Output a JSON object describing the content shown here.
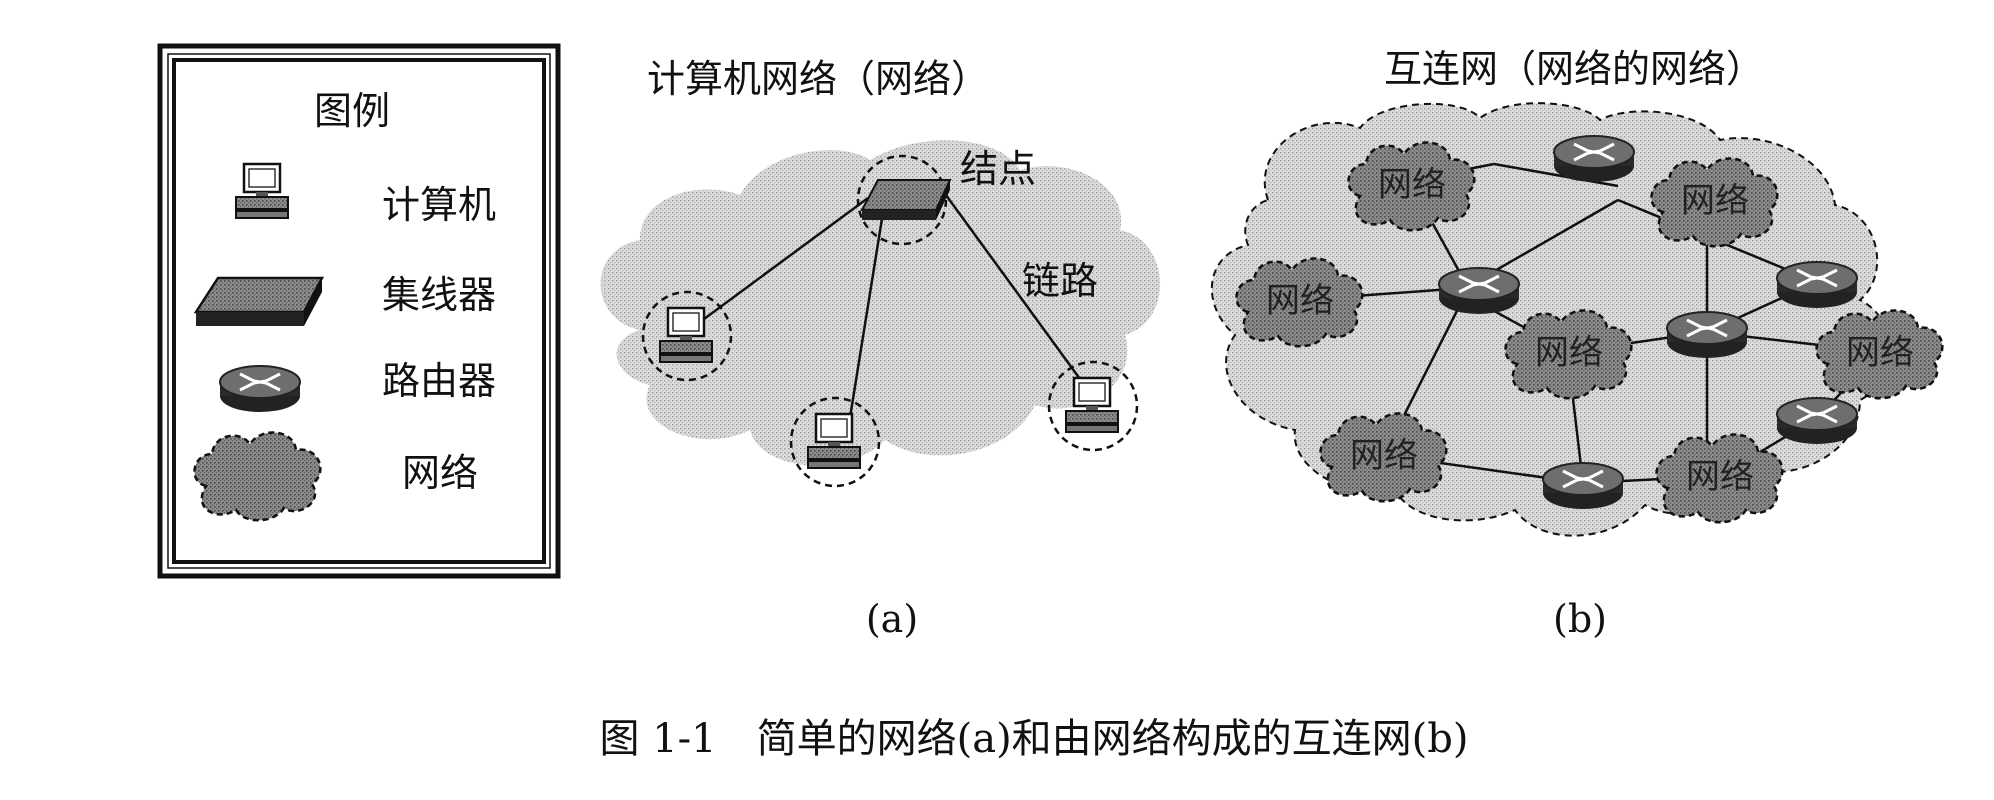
{
  "legend": {
    "title": "图例",
    "items": [
      {
        "icon": "computer-icon",
        "label": "计算机"
      },
      {
        "icon": "hub-icon",
        "label": "集线器"
      },
      {
        "icon": "router-icon",
        "label": "路由器"
      },
      {
        "icon": "network-cloud-icon",
        "label": "网络"
      }
    ]
  },
  "diagram_a": {
    "title": "计算机网络（网络）",
    "node_label": "结点",
    "link_label": "链路",
    "sublabel": "(a)"
  },
  "diagram_b": {
    "title": "互连网（网络的网络）",
    "network_label": "网络",
    "sublabel": "(b)"
  },
  "caption": "图 1-1　简单的网络(a)和由网络构成的互连网(b)"
}
